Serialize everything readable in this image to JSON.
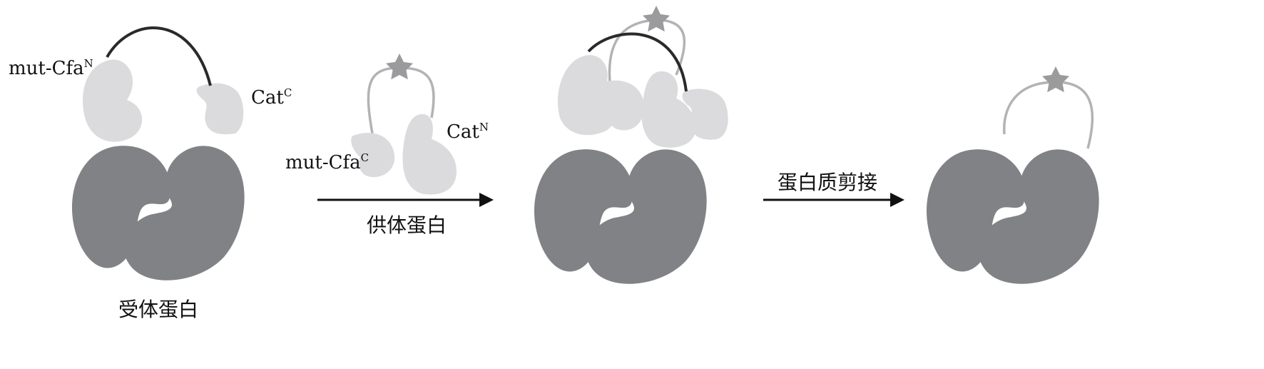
{
  "colors": {
    "dark_domain": "#818286",
    "light_domain": "#dbdbdd",
    "linker_dark": "#2a2a2a",
    "linker_light": "#b3b3b3",
    "cargo_star": "#9b9b9d",
    "arrow": "#111111",
    "text": "#111111"
  },
  "labels": {
    "mut_cfa": "mut-Cfa",
    "n_sup": "N",
    "c_sup": "C",
    "cat": "Cat",
    "acceptor": "受体蛋白",
    "donor": "供体蛋白",
    "splicing": "蛋白质剪接"
  },
  "icons": {
    "cargo": "star-icon",
    "arrow": "arrow-right-icon"
  }
}
